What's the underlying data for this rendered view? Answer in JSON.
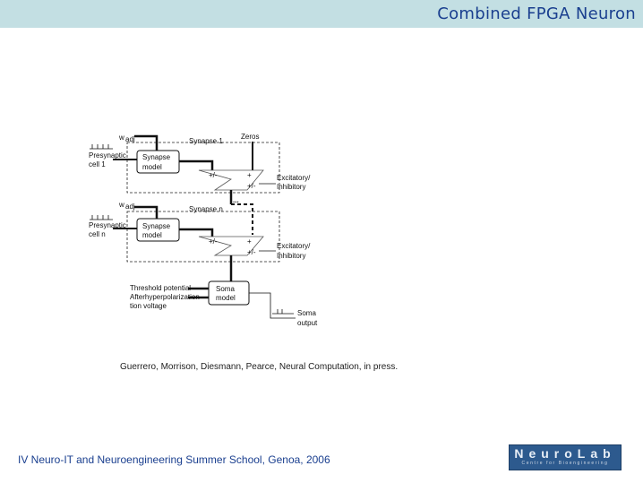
{
  "header": {
    "title": "Combined FPGA Neuron"
  },
  "diagram": {
    "w_adj_1": "w",
    "w_adj_1_sub": "adj",
    "w_adj_n": "w",
    "w_adj_n_sub": "adj",
    "synapse_1_label": "Synapse 1",
    "synapse_n_label": "Synapse n",
    "zeros_label": "Zeros",
    "presynaptic_1_line1": "Presynaptic",
    "presynaptic_1_line2": "cell 1",
    "presynaptic_n_line1": "Presynaptic",
    "presynaptic_n_line2": "cell n",
    "synapse_model_1_line1": "Synapse",
    "synapse_model_1_line2": "model",
    "synapse_model_n_line1": "Synapse",
    "synapse_model_n_line2": "model",
    "excitatory_1_line1": "Excitatory/",
    "excitatory_1_line2": "Inhibitory",
    "excitatory_n_line1": "Excitatory/",
    "excitatory_n_line2": "Inhibitory",
    "threshold_label": "Threshold potential",
    "afterhyper_line1": "Afterhyperpolarization",
    "afterhyper_line2": "tion voltage",
    "soma_model_line1": "Soma",
    "soma_model_line2": "model",
    "soma_output_line1": "Soma",
    "soma_output_line2": "output",
    "plus_minus": "+/-",
    "plus": "+",
    "dots": "..."
  },
  "citation": "Guerrero, Morrison, Diesmann, Pearce, Neural Computation, in press.",
  "footer": {
    "text": "IV Neuro-IT and Neuroengineering Summer School, Genoa, 2006"
  },
  "logo": {
    "main": "NeuroLab",
    "sub": "Centre for Bioengineering"
  },
  "colors": {
    "title_bar": "#c3dfe3",
    "title_text": "#1a3f8f",
    "logo_bg": "#2d5a8e"
  }
}
